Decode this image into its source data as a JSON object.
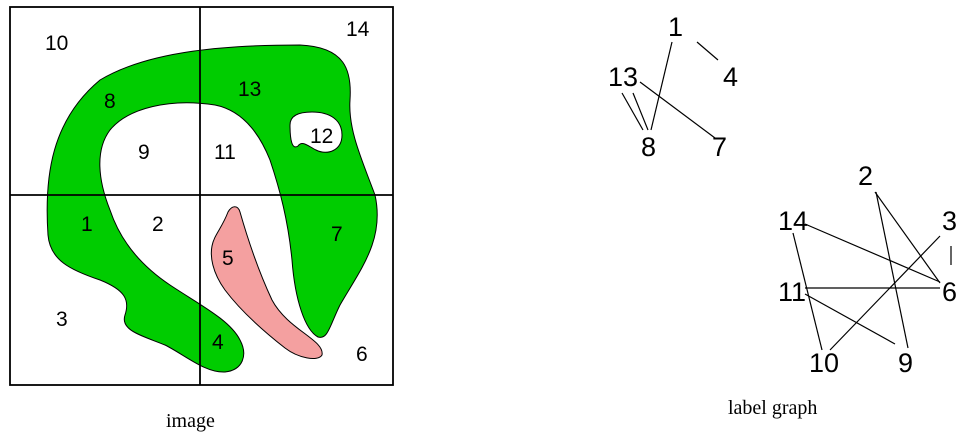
{
  "image_panel": {
    "caption": "image",
    "region_labels": [
      "10",
      "14",
      "8",
      "13",
      "12",
      "9",
      "11",
      "1",
      "2",
      "7",
      "5",
      "3",
      "4",
      "6"
    ],
    "colors": {
      "green": "#00cc00",
      "pink": "#f4a0a0",
      "white": "#ffffff",
      "outline": "#000000"
    }
  },
  "graph_panel": {
    "caption": "label graph",
    "nodes": [
      "1",
      "4",
      "13",
      "8",
      "7",
      "2",
      "14",
      "3",
      "11",
      "6",
      "10",
      "9"
    ],
    "edges": [
      [
        "1",
        "4"
      ],
      [
        "1",
        "8"
      ],
      [
        "13",
        "8"
      ],
      [
        "13",
        "7"
      ],
      [
        "2",
        "6"
      ],
      [
        "2",
        "9"
      ],
      [
        "14",
        "6"
      ],
      [
        "14",
        "10"
      ],
      [
        "3",
        "6"
      ],
      [
        "3",
        "10"
      ],
      [
        "11",
        "6"
      ],
      [
        "11",
        "9"
      ]
    ]
  }
}
